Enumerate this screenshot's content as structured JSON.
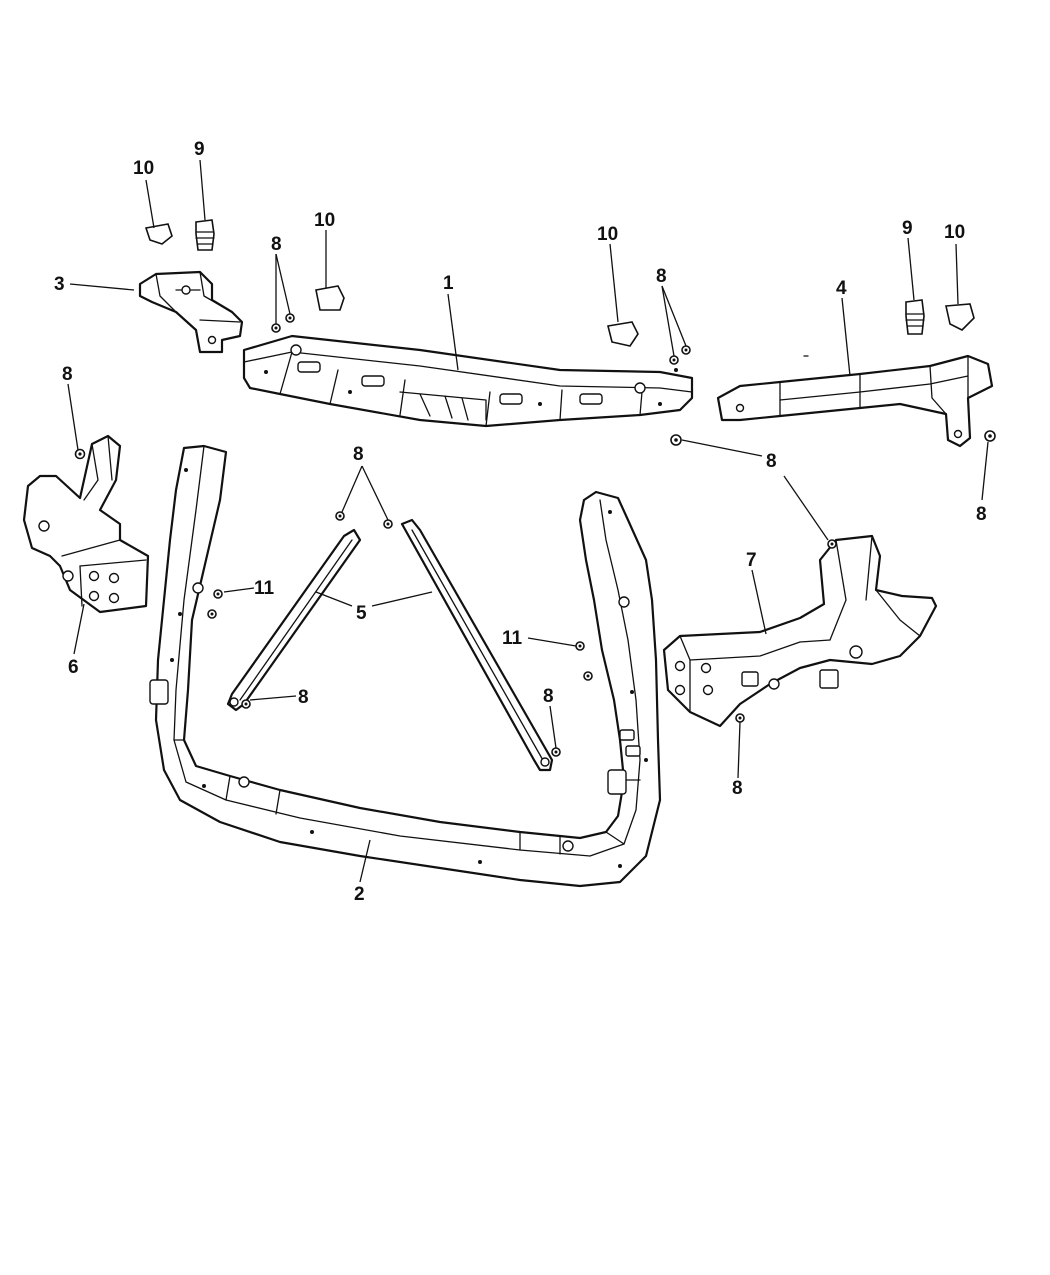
{
  "diagram": {
    "callouts": {
      "c10a": "10",
      "c9a": "9",
      "c10b": "10",
      "c8a": "8",
      "c3": "3",
      "c1": "1",
      "c10c": "10",
      "c8b": "8",
      "c4": "4",
      "c9b": "9",
      "c10d": "10",
      "c8c": "8",
      "c8d": "8",
      "c8e": "8",
      "c8f": "8",
      "c7": "7",
      "c11a": "11",
      "c5": "5",
      "c6": "6",
      "c11b": "11",
      "c8g": "8",
      "c8h": "8",
      "c8i": "8",
      "c2": "2"
    }
  }
}
